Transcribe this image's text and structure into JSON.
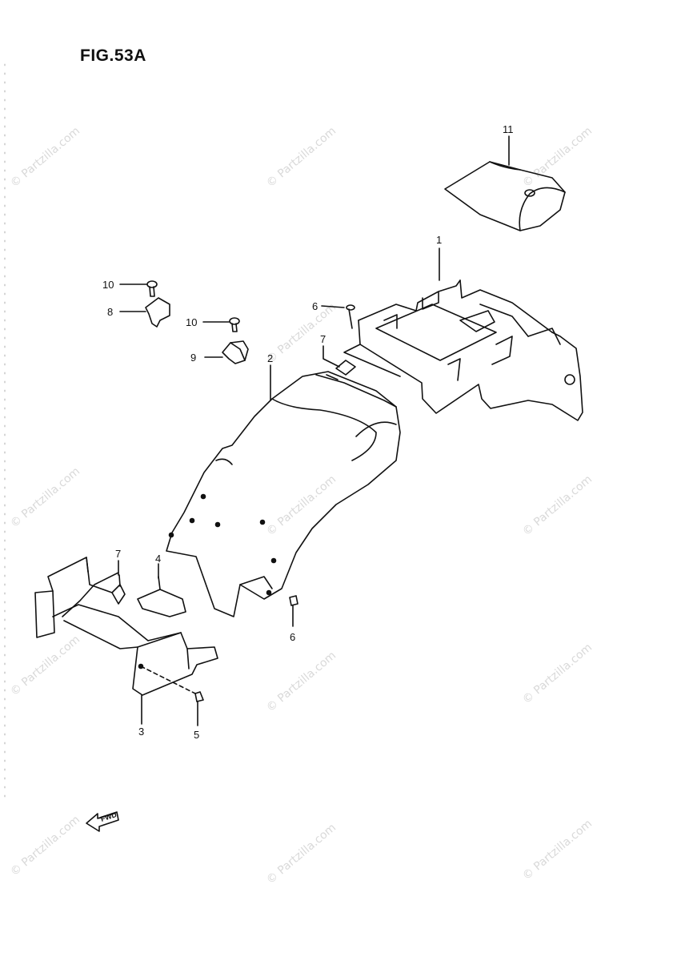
{
  "figure": {
    "title": "FIG.53A"
  },
  "watermark": "© Partzilla.com",
  "callouts": [
    "1",
    "2",
    "3",
    "4",
    "5",
    "6",
    "7",
    "7",
    "8",
    "9",
    "10",
    "10",
    "6",
    "11"
  ],
  "arrow_label": "FWD"
}
